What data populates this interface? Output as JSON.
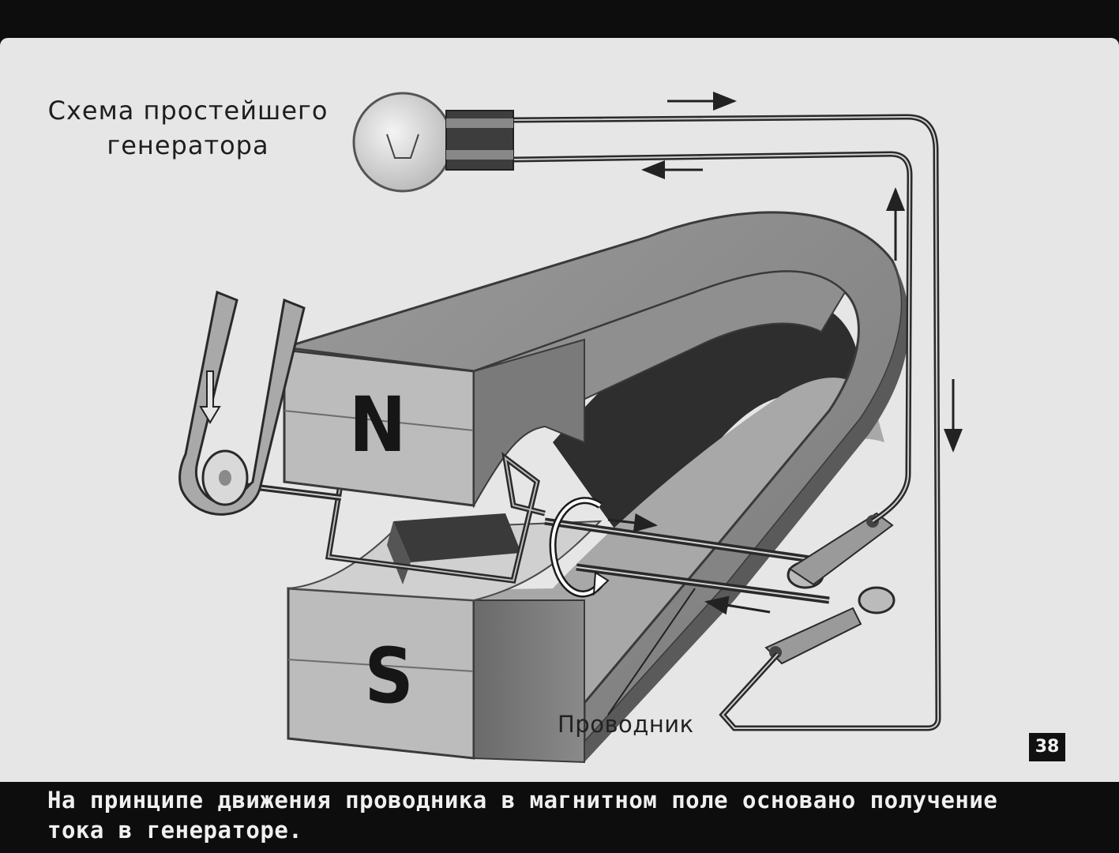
{
  "title": {
    "line1": "Схема простейшего",
    "line2": "генератора"
  },
  "poles": {
    "north": "N",
    "south": "S"
  },
  "conductor_label": "Проводник",
  "slide_number": "38",
  "caption": {
    "line1": "На принципе движения проводника в магнитном поле основано получение",
    "line2": "тока в генераторе."
  }
}
